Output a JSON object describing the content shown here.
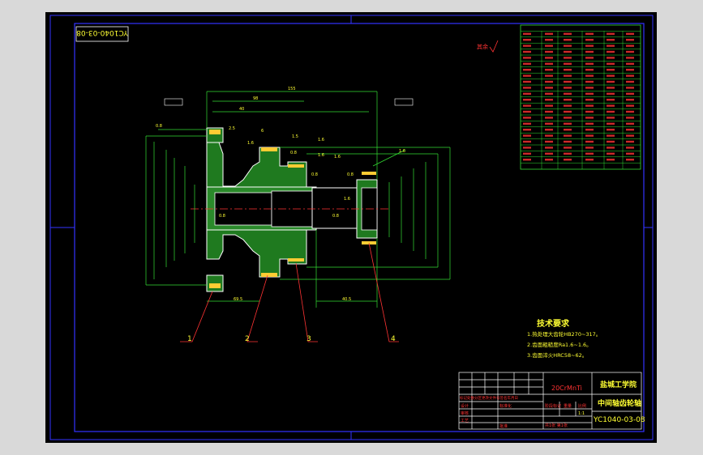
{
  "drawing_no_rotated": "YC1040-03-08",
  "technical_requirements": {
    "title": "技术要求",
    "items": [
      "1.热处理大齿轮HB270~317。",
      "2.齿面粗糙度Ra1.6~1.6。",
      "3.齿面淬火HRC58~62。"
    ]
  },
  "title_block": {
    "material": "20CrMnTi",
    "school": "盐城工学院",
    "part_name": "中间轴齿轮轴",
    "drawing_no": "YC1040-03-08",
    "scale": "1:1",
    "labels": {
      "row1": "标记处数分区更改文件号签名年月日",
      "design": "设计",
      "standardize": "标准化",
      "stage_mark": "阶段标记",
      "weight": "重量",
      "scale_label": "比例",
      "review": "审核",
      "process": "工艺",
      "approve": "批准",
      "sheet": "共1张 第1张"
    }
  },
  "callouts": [
    "1",
    "2",
    "3",
    "4"
  ],
  "roughness_note": "其余",
  "colors": {
    "paper": "#000000",
    "border": "#3333ff",
    "outline": "#ffffff",
    "dimension": "#33dd33",
    "section": "#33cc33",
    "centerline": "#ff3333",
    "text": "#ffff33"
  }
}
